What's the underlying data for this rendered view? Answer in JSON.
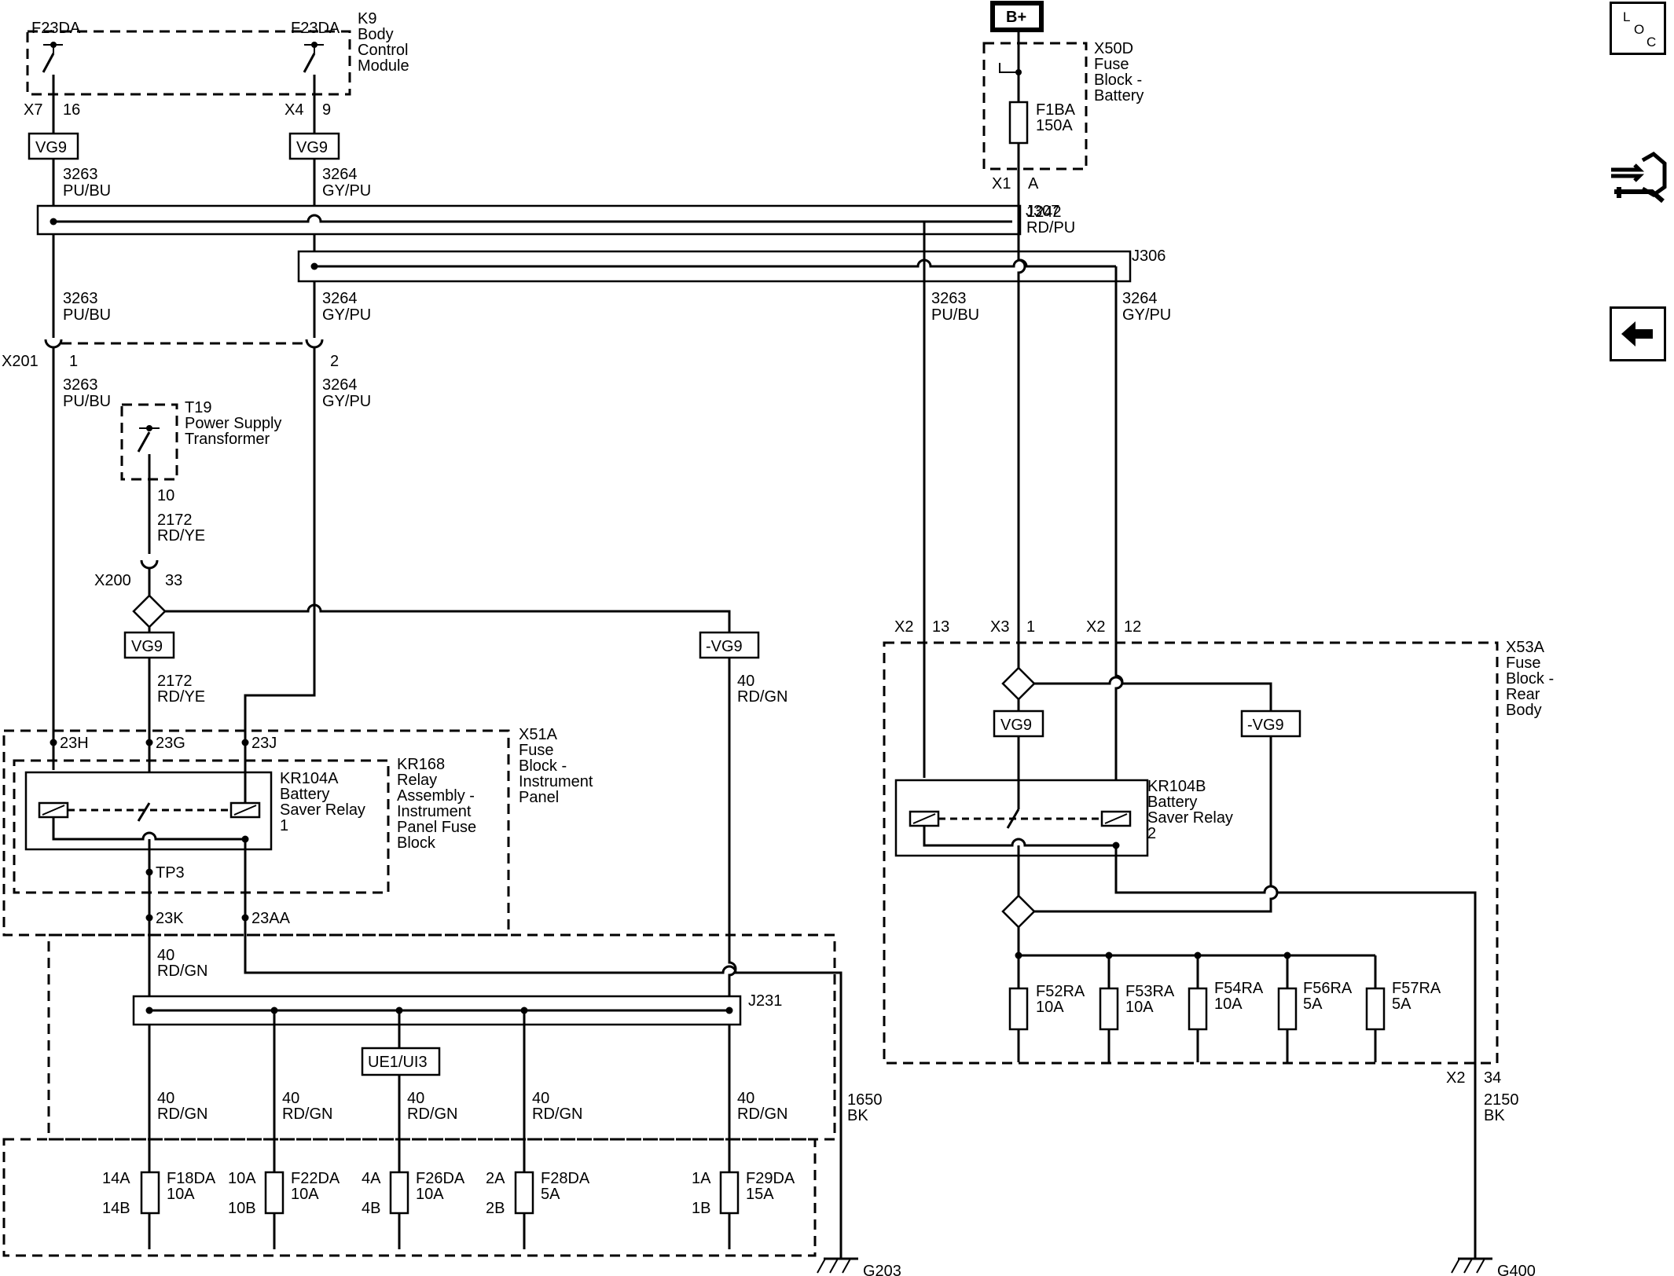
{
  "colors": {
    "line": "#000000",
    "background": "#ffffff"
  },
  "side_nav": {
    "loc": {
      "l": "L",
      "o": "O",
      "c": "C",
      "icon": "loc-icon"
    },
    "connector_end_view": {
      "icon": "connector-wrench-icon"
    },
    "back": {
      "icon": "left-arrow-icon"
    }
  },
  "labels": {
    "f23da_1": "F23DA",
    "f23da_2": "F23DA",
    "k9": [
      "K9",
      "Body",
      "Control",
      "Module"
    ],
    "x7": "X7",
    "pin16": "16",
    "x4": "X4",
    "pin9": "9",
    "vg9": "VG9",
    "nvg9": "-VG9",
    "w3263": "3263",
    "pubu": "PU/BU",
    "w3264": "3264",
    "gypu": "GY/PU",
    "j307": "J307",
    "j306": "J306",
    "w1242": "1242",
    "rdpu": "RD/PU",
    "bplus": "B+",
    "x50d": [
      "X50D",
      "Fuse",
      "Block -",
      "Battery"
    ],
    "f1ba": [
      "F1BA",
      "150A"
    ],
    "x1": "X1",
    "pinA": "A",
    "x201": "X201",
    "pin1": "1",
    "pin2": "2",
    "t19": [
      "T19",
      "Power Supply",
      "Transformer"
    ],
    "pin10": "10",
    "w2172": "2172",
    "rdye": "RD/YE",
    "x200": "X200",
    "pin33": "33",
    "w40": "40",
    "rdgn": "RD/GN",
    "x51a": [
      "X51A",
      "Fuse",
      "Block -",
      "Instrument",
      "Panel"
    ],
    "kr104a": [
      "KR104A",
      "Battery",
      "Saver Relay",
      "1"
    ],
    "kr168": [
      "KR168",
      "Relay",
      "Assembly -",
      "Instrument",
      "Panel Fuse",
      "Block"
    ],
    "p23h": "23H",
    "p23g": "23G",
    "p23j": "23J",
    "tp3": "TP3",
    "p23k": "23K",
    "p23aa": "23AA",
    "j231": "J231",
    "ue1": "UE1/UI3",
    "w1650": "1650",
    "bk": "BK",
    "fuses_ip": [
      {
        "top": "14A",
        "bot": "14B",
        "name": "F18DA",
        "amp": "10A"
      },
      {
        "top": "10A",
        "bot": "10B",
        "name": "F22DA",
        "amp": "10A"
      },
      {
        "top": "4A",
        "bot": "4B",
        "name": "F26DA",
        "amp": "10A"
      },
      {
        "top": "2A",
        "bot": "2B",
        "name": "F28DA",
        "amp": "5A"
      },
      {
        "top": "1A",
        "bot": "1B",
        "name": "F29DA",
        "amp": "15A"
      }
    ],
    "g203": "G203",
    "x2": "X2",
    "pin13": "13",
    "x3": "X3",
    "pin1b": "1",
    "pin12": "12",
    "x53a": [
      "X53A",
      "Fuse",
      "Block -",
      "Rear",
      "Body"
    ],
    "kr104b": [
      "KR104B",
      "Battery",
      "Saver Relay",
      "2"
    ],
    "fuses_rear": [
      {
        "name": "F52RA",
        "amp": "10A"
      },
      {
        "name": "F53RA",
        "amp": "10A"
      },
      {
        "name": "F54RA",
        "amp": "10A"
      },
      {
        "name": "F56RA",
        "amp": "5A"
      },
      {
        "name": "F57RA",
        "amp": "5A"
      }
    ],
    "pin34": "34",
    "w2150": "2150",
    "g400": "G400"
  }
}
